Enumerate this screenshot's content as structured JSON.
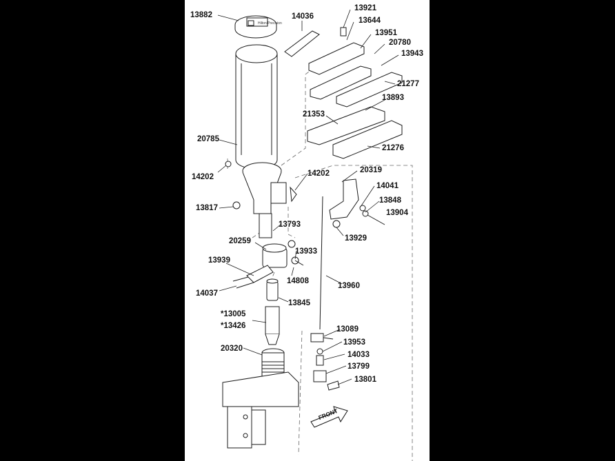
{
  "diagram": {
    "labels": [
      {
        "id": "p13882",
        "text": "13882"
      },
      {
        "id": "p14036",
        "text": "14036"
      },
      {
        "id": "p13921",
        "text": "13921"
      },
      {
        "id": "p13644",
        "text": "13644"
      },
      {
        "id": "p13951",
        "text": "13951"
      },
      {
        "id": "p20780",
        "text": "20780"
      },
      {
        "id": "p13943",
        "text": "13943"
      },
      {
        "id": "p21277",
        "text": "21277"
      },
      {
        "id": "p13893",
        "text": "13893"
      },
      {
        "id": "p21353",
        "text": "21353"
      },
      {
        "id": "p21276",
        "text": "21276"
      },
      {
        "id": "p20785",
        "text": "20785"
      },
      {
        "id": "p14202a",
        "text": "14202"
      },
      {
        "id": "p14202b",
        "text": "14202"
      },
      {
        "id": "p20319",
        "text": "20319"
      },
      {
        "id": "p14041",
        "text": "14041"
      },
      {
        "id": "p13848",
        "text": "13848"
      },
      {
        "id": "p13904",
        "text": "13904"
      },
      {
        "id": "p13817",
        "text": "13817"
      },
      {
        "id": "p13793",
        "text": "13793"
      },
      {
        "id": "p13929",
        "text": "13929"
      },
      {
        "id": "p20259",
        "text": "20259"
      },
      {
        "id": "p13933",
        "text": "13933"
      },
      {
        "id": "p13939",
        "text": "13939"
      },
      {
        "id": "p14808",
        "text": "14808"
      },
      {
        "id": "p13960",
        "text": "13960"
      },
      {
        "id": "p14037",
        "text": "14037"
      },
      {
        "id": "p13845",
        "text": "13845"
      },
      {
        "id": "p13005",
        "text": "*13005"
      },
      {
        "id": "p13426",
        "text": "*13426"
      },
      {
        "id": "p13089",
        "text": "13089"
      },
      {
        "id": "p13953",
        "text": "13953"
      },
      {
        "id": "p14033",
        "text": "14033"
      },
      {
        "id": "p20320",
        "text": "20320"
      },
      {
        "id": "p13799",
        "text": "13799"
      },
      {
        "id": "p13801",
        "text": "13801"
      }
    ],
    "front_arrow_text": "FRONT",
    "cap_logo_text": "Hilton Precision"
  }
}
